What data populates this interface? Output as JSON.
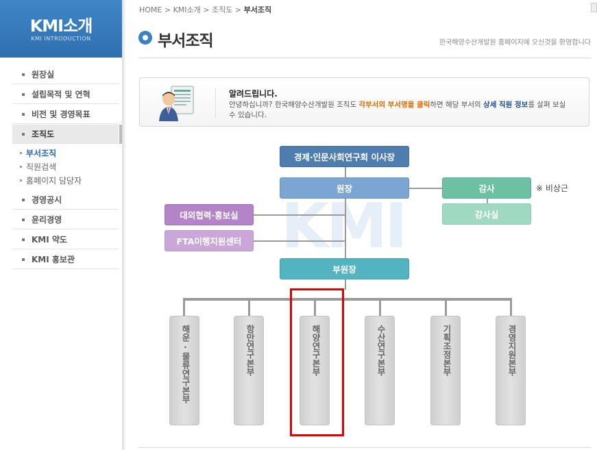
{
  "sidebar": {
    "title": "KMI소개",
    "subtitle": "KMI INTRODUCTION",
    "items": [
      {
        "label": "원장실"
      },
      {
        "label": "설립목적 및 연혁"
      },
      {
        "label": "비전 및 경영목표"
      },
      {
        "label": "조직도"
      },
      {
        "label": "경영공시"
      },
      {
        "label": "윤리경영"
      },
      {
        "label": "KMI 약도"
      },
      {
        "label": "KMI 홍보관"
      }
    ],
    "sub_items": [
      {
        "label": "부서조직"
      },
      {
        "label": "직원검색"
      },
      {
        "label": "홈페이지 담당자"
      }
    ]
  },
  "breadcrumb": {
    "home": "HOME",
    "level1": "KMI소개",
    "level2": "조직도",
    "current": "부서조직",
    "sep": ">"
  },
  "header": {
    "title": "부서조직",
    "welcome": "한국해양수산개발원 홈페이지에 오신것을 환영합니다"
  },
  "notice": {
    "title": "알려드립니다.",
    "text_1": "안녕하십니까? 한국해양수산개발원 조직도 ",
    "hl_1": "각부서의 부서명을 클릭",
    "text_2": "하면 해당 부서의 ",
    "hl_2": "상세 직원 정보",
    "text_3": "를 살펴 보실 수 있습니다."
  },
  "org": {
    "watermark": "KMI",
    "chairman": "경제·인문사회연구회 이사장",
    "president": "원장",
    "auditor": "감사",
    "audit_office": "감사실",
    "auditor_note": "※ 비상근",
    "external": "대외협력·홍보실",
    "fta": "FTA이행지원센터",
    "vice_president": "부원장",
    "departments": [
      {
        "label": "해운·물류연구본부"
      },
      {
        "label": "항만연구본부"
      },
      {
        "label": "해양연구본부"
      },
      {
        "label": "수산연구본부"
      },
      {
        "label": "기획조정본부"
      },
      {
        "label": "경영지원본부"
      }
    ]
  },
  "colors": {
    "accent": "#3a82c4",
    "highlight": "#e00000"
  }
}
